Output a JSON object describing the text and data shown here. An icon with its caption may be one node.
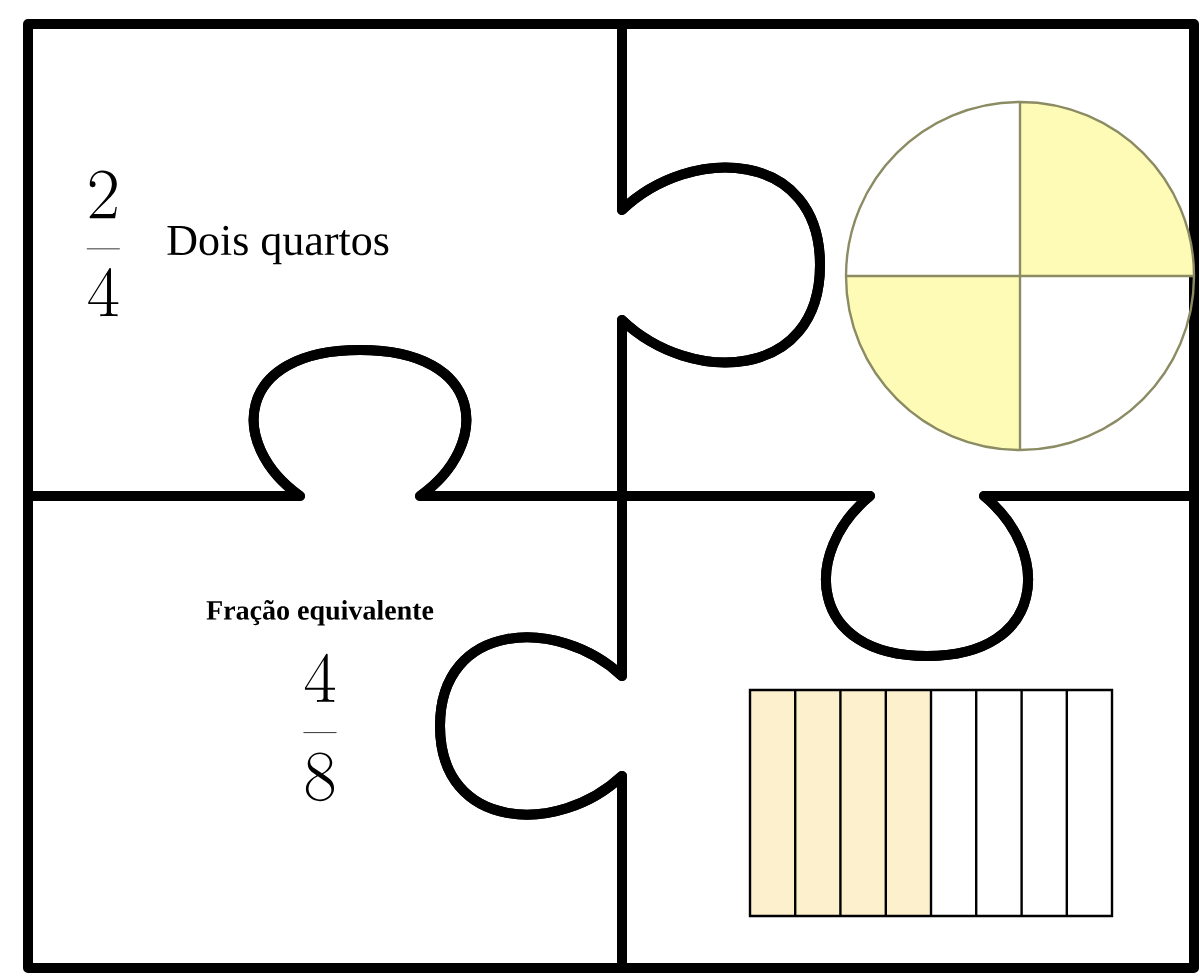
{
  "diagram": {
    "nodes": [
      {
        "text": [
          "\\frac{2}{4}",
          "Dois quartos"
        ]
      },
      {
        "text": [],
        "shape": "piece"
      },
      {
        "text": [
          "Fração equivalente",
          "\\frac{4}{8}"
        ]
      },
      {
        "text": [],
        "shape": "piece"
      }
    ]
  }
}
